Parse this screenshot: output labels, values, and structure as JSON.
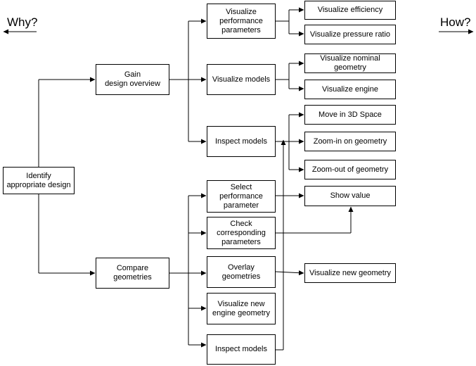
{
  "side_labels": {
    "why": "Why?",
    "how": "How?"
  },
  "nodes": {
    "identify": "Identify\nappropriate design",
    "gain": "Gain\ndesign overview",
    "compare": "Compare\ngeometries",
    "vis_perf": "Visualize\nperformance\nparameters",
    "vis_models": "Visualize models",
    "inspect_models_1": "Inspect models",
    "select_perf": "Select\nperformance\nparameter",
    "check_params": "Check\ncorresponding\nparameters",
    "overlay": "Overlay\ngeometries",
    "vis_new_engine": "Visualize new\nengine geometry",
    "inspect_models_2": "Inspect models",
    "vis_efficiency": "Visualize efficiency",
    "vis_pressure": "Visualize pressure ratio",
    "vis_nominal": "Visualize nominal\ngeometry",
    "vis_engine": "Visualize engine",
    "move_3d": "Move in 3D Space",
    "zoom_in": "Zoom-in on geometry",
    "zoom_out": "Zoom-out of geometry",
    "show_value": "Show value",
    "vis_new_geom": "Visualize new geometry"
  }
}
